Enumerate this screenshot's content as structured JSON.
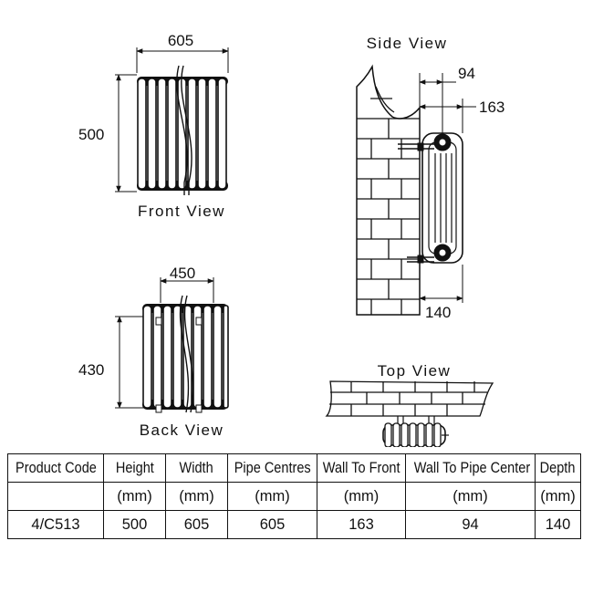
{
  "views": {
    "front": {
      "title": "Front View",
      "width_label": "605",
      "height_label": "500"
    },
    "back": {
      "title": "Back View",
      "width_label": "450",
      "height_label": "430"
    },
    "side": {
      "title": "Side View",
      "label_94": "94",
      "label_163": "163",
      "label_140": "140"
    },
    "top": {
      "title": "Top View"
    }
  },
  "table": {
    "headers": [
      "Product Code",
      "Height",
      "Width",
      "Pipe Centres",
      "Wall To Front",
      "Wall To Pipe Center",
      "Depth"
    ],
    "units": [
      "",
      "(mm)",
      "(mm)",
      "(mm)",
      "(mm)",
      "(mm)",
      "(mm)"
    ],
    "row": [
      "4/C513",
      "500",
      "605",
      "605",
      "163",
      "94",
      "140"
    ]
  }
}
